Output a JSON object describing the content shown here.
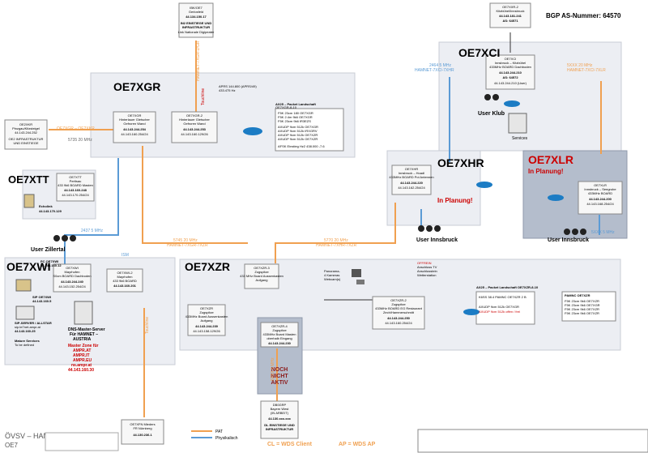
{
  "header": {
    "bgp_label": "BGP AS-Nummer: 64570"
  },
  "regions": {
    "oe7xgr": "OE7XGR",
    "oe7xci": "OE7XCI",
    "oe7xtt": "OE7XTT",
    "oe7xhr": "OE7XHR",
    "oe7xlr": "OE7XLR",
    "oe7xlr_status": "In Planung!",
    "oe7xhr_status": "In Planung!",
    "oe7xwi": "OE7XWI",
    "oe7xzr": "OE7XZR"
  },
  "nodes": {
    "top_center": {
      "line1": "IBK/OE7",
      "line2": "Gerlosfeld",
      "line3": "44.134.150.17",
      "line4": "IN2 EINSTIEGE UND",
      "line5": "INFRASTRUKTUR",
      "line6": "Link Nationale Digipeater"
    },
    "top_right": {
      "line1": "OE7XXR-2",
      "line2": "Kitzbühel/Innsbruck",
      "line3": "44.143.181.241",
      "line4": "AS: 64571"
    },
    "xgr1": {
      "line1": "OE7XGR",
      "line2": "Hinterlauer Gletscher",
      "line3": "Gefroren Wand",
      "line4": "44.143.244.254",
      "line5": "44.143.160.254/24"
    },
    "xgr2": {
      "line1": "OE7XGR-2",
      "line2": "Hinterlauer Gletscher",
      "line3": "Gefroren Wand",
      "line4": "44.143.244.253",
      "line5": "44.143.160.129/26"
    },
    "xgr_left": {
      "line1": "OE2XKR",
      "line2": "Pinzgau/Kitzsteigel",
      "line3": "44.143.244.252",
      "line4": "OE2 INFRASTRUKTUR",
      "line5": "UND EINSTIEGE"
    },
    "ax25": {
      "title": "AX25 – Packet Landschaft",
      "sub": "OE7XGR-8-10",
      "r1": "F5K 23cm 180 OE7XGR",
      "r2": "F5K 2.4m 9k6 OE7XGR",
      "r3": "F5K 23cm 9k6 IR3EZS",
      "r4": "AXUDP 9cm 512k OE7XGR",
      "r5": "AXUDP 9cm 512k IRXGRV",
      "r6": "AXUDP 9cm 512k OE7XZR",
      "r7": "AXUDP 9cm 512k OE7XZR",
      "r8": "AFSK Einstieg Hz2 438.000 -7.6"
    },
    "aprs": {
      "line1": "APRS 144.800 (APRS/49)",
      "line2": "433.475 Hz"
    },
    "xtt": {
      "line1": "OE7XTT",
      "line2": "Pertisau",
      "line3": "433 9k6 BOARD Masten",
      "line4": "44.143.160.248",
      "line5": "44.143.170.254/24"
    },
    "xtt_echo": {
      "line1": "Echolink",
      "line2": "44.143.170.129"
    },
    "xci": {
      "line1": "OE7XCI",
      "line2": "Innsbruck – Kitzbühel",
      "line3": "433MHz BOARD Dachboden",
      "line4": "44.143.244.210",
      "line5": "AS: 64572",
      "line6": "44.143.244.210 (User)"
    },
    "xci_klub": "User Klub",
    "xci_services": "Services",
    "xhr": {
      "line1": "OE7XHR",
      "line2": "Innsbruck – Hoadl",
      "line3": "433MHz BOARD Pol Antennen",
      "line4": "44.143.244.220",
      "line5": "44.143.162.254/24"
    },
    "xhr_user": "User Innsbruck",
    "xlr": {
      "line1": "OE7XLR",
      "line2": "Innsbruck – Seegrube",
      "line3": "433MHz BOARD",
      "line4": "44.143.244.200",
      "line5": "44.143.168.254/24"
    },
    "xlr_user": "User Innsbruck",
    "user_zillertal": "User Zillertal",
    "xwi1": {
      "line1": "OE7XWI",
      "line2": "Mayrhofen",
      "line3": "S0cm BOARD Dachboden",
      "line4": "44.143.244.240",
      "line5": "44.143.152.254/24"
    },
    "xwi2": {
      "line1": "OE7XWI-2",
      "line2": "Mayrhofen",
      "line3": "433 9k6 BOARD",
      "line4": "44.143.160.201"
    },
    "pc_oe7xwi": {
      "line1": "PC OE7XWI",
      "line2": "44.143.160.12"
    },
    "sip_xwi": {
      "line1": "SIP OE7XWI",
      "line2": "44.143.160.5"
    },
    "sip_server": {
      "line1": "SIP-SERVER / ALLSTAR",
      "line2": "sip.te7net.ampr.at",
      "line3": "44.143.160.25"
    },
    "dns_server": {
      "line1": "DNS-Master-Server",
      "line2": "Für HAMNET –",
      "line3": "AUSTRIA"
    },
    "mature": {
      "line1": "Mature Services",
      "line2": "To be defined"
    },
    "master_zone": {
      "line1": "Master Zone für",
      "line2": "AMPR.AT",
      "line3": "AMPR.IT",
      "line4": "AMPR.EU",
      "line5": "ns.ampr.at",
      "line6": "44.143.160.30"
    },
    "xzr3": {
      "line1": "OE7XZR-3",
      "line2": "Zugspitze",
      "line3": "433 MHz Board Aussenkasten",
      "line4": "Aufgang"
    },
    "xzr_main": {
      "line1": "OE7XZR",
      "line2": "Zugspitze",
      "line3": "433MHz Board Aussenkasten",
      "line4": "Aufgang",
      "line5": "44.143.244.239",
      "line6": "44.143.158.129/26"
    },
    "xzr2": {
      "line1": "OE7XZR-2",
      "line2": "Zugspitze",
      "line3": "433MHz BOARD EG Restaurant",
      "line4": "Zech/Hammerschmitt",
      "line5": "44.143.244.250",
      "line6": "44.143.160.254/24"
    },
    "xzr4": {
      "line1": "OE7XZR-4",
      "line2": "Zugspitze",
      "line3": "433MHz Board Masten",
      "line4": "oberhalb Eingang",
      "line5": "44.143.244.230"
    },
    "xzr_panorama": {
      "line1": "Panorama-",
      "line2": "4 Kameras",
      "line3": "Webcam(s)"
    },
    "xzr_offrein": {
      "line1": "OFFREIN",
      "line2": "Anschluss TV",
      "line3": "Anschlusstein",
      "line4": "Wetterstation"
    },
    "xzr_ax25": {
      "title": "AX25 – Packet Landschaft OE7XZR-8-10",
      "r1": "K6SS 38.4 PAMNC OE7XZR 2 B",
      "r2": "AXUDP 9cm 512k OE7XGR",
      "r3": "AXUDP 9cm 512k offen / frei"
    },
    "pamnc": {
      "title": "PAMNC OE7XZR",
      "r1": "F5K 23cm 9k6 OE7XZR",
      "r2": "F5K 23cm 9k6 OE7XGR",
      "r3": "F5K 23cm 9k6 OE7XZR",
      "r4": "F5K 23cm 9k6 OE7XZR"
    },
    "noch_nicht_aktiv": {
      "line1": "NOCH",
      "line2": "NICHT",
      "line3": "AKTIV"
    },
    "bottom_center": {
      "line1": "DB0GRP",
      "line2": "Bayern West",
      "line3": "(IN ARBEIT)",
      "line4": "44.130.xxx.xxx",
      "line5": "DL EINSTIEGE UND",
      "line6": "INFRASTRUKTUR"
    },
    "bottom_left": {
      "line1": "OE7XFN Mieders",
      "line2": "FR Nürnberg",
      "line3": "44.130.236.1"
    }
  },
  "links": {
    "l_left": "OE7XGR – OE2XKR",
    "l_left_freq": "5735 20 MHz",
    "l_top_vert": "HAMNET-7XGR-2/GR",
    "l_xci": "2464 5 MHz",
    "l_xci2": "HAMNET-7XCI-7XHR",
    "l_xci_right": "5XXX 20 MHz",
    "l_xci_right2": "HAMNET-7XCI-7XLR",
    "l_xtt": "2437 5 MHz",
    "l_ism": "ISM",
    "l_xgr_xzr": "5745 20 MHz",
    "l_xgr_xzr2": "HAMNET-7XGR-7XZR",
    "l_xhr_xzr": "5770 20 MHz",
    "l_xhr_xzr2": "HAMNET-7XHR-7XZR",
    "l_xlr": "5XXX 5 MHz",
    "l_xzr_vert": "5XXX 5 MHz",
    "l_bottom_vert": "Touchline",
    "l_left_vert": "Touchline"
  },
  "legend": {
    "cl": "CL = WDS Client",
    "ap": "AP = WDS AP",
    "pat": "PAT",
    "phys": "Physikalisch",
    "footer1": "ÖVSV – HAMNET",
    "footer2": "OE7"
  },
  "colors": {
    "orange": "#f0a050",
    "blue": "#5b9bd5",
    "red": "#cc0000",
    "region_bg": "#eef0f4",
    "darkred": "#8b1a1a"
  }
}
